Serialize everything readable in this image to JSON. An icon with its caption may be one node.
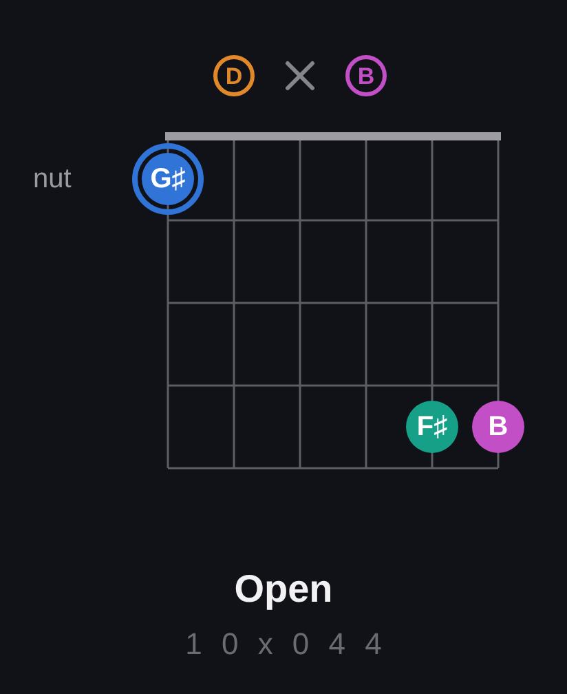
{
  "diagram": {
    "title": "Open",
    "nodes": [
      {
        "text": [
          "D"
        ]
      },
      {
        "text": [
          "B"
        ]
      },
      {
        "text": [
          "G♯"
        ]
      },
      {
        "text": [
          "F♯"
        ]
      },
      {
        "text": [
          "B"
        ]
      }
    ],
    "labels": [
      "nut",
      "1 0 x 0 4 4"
    ]
  }
}
